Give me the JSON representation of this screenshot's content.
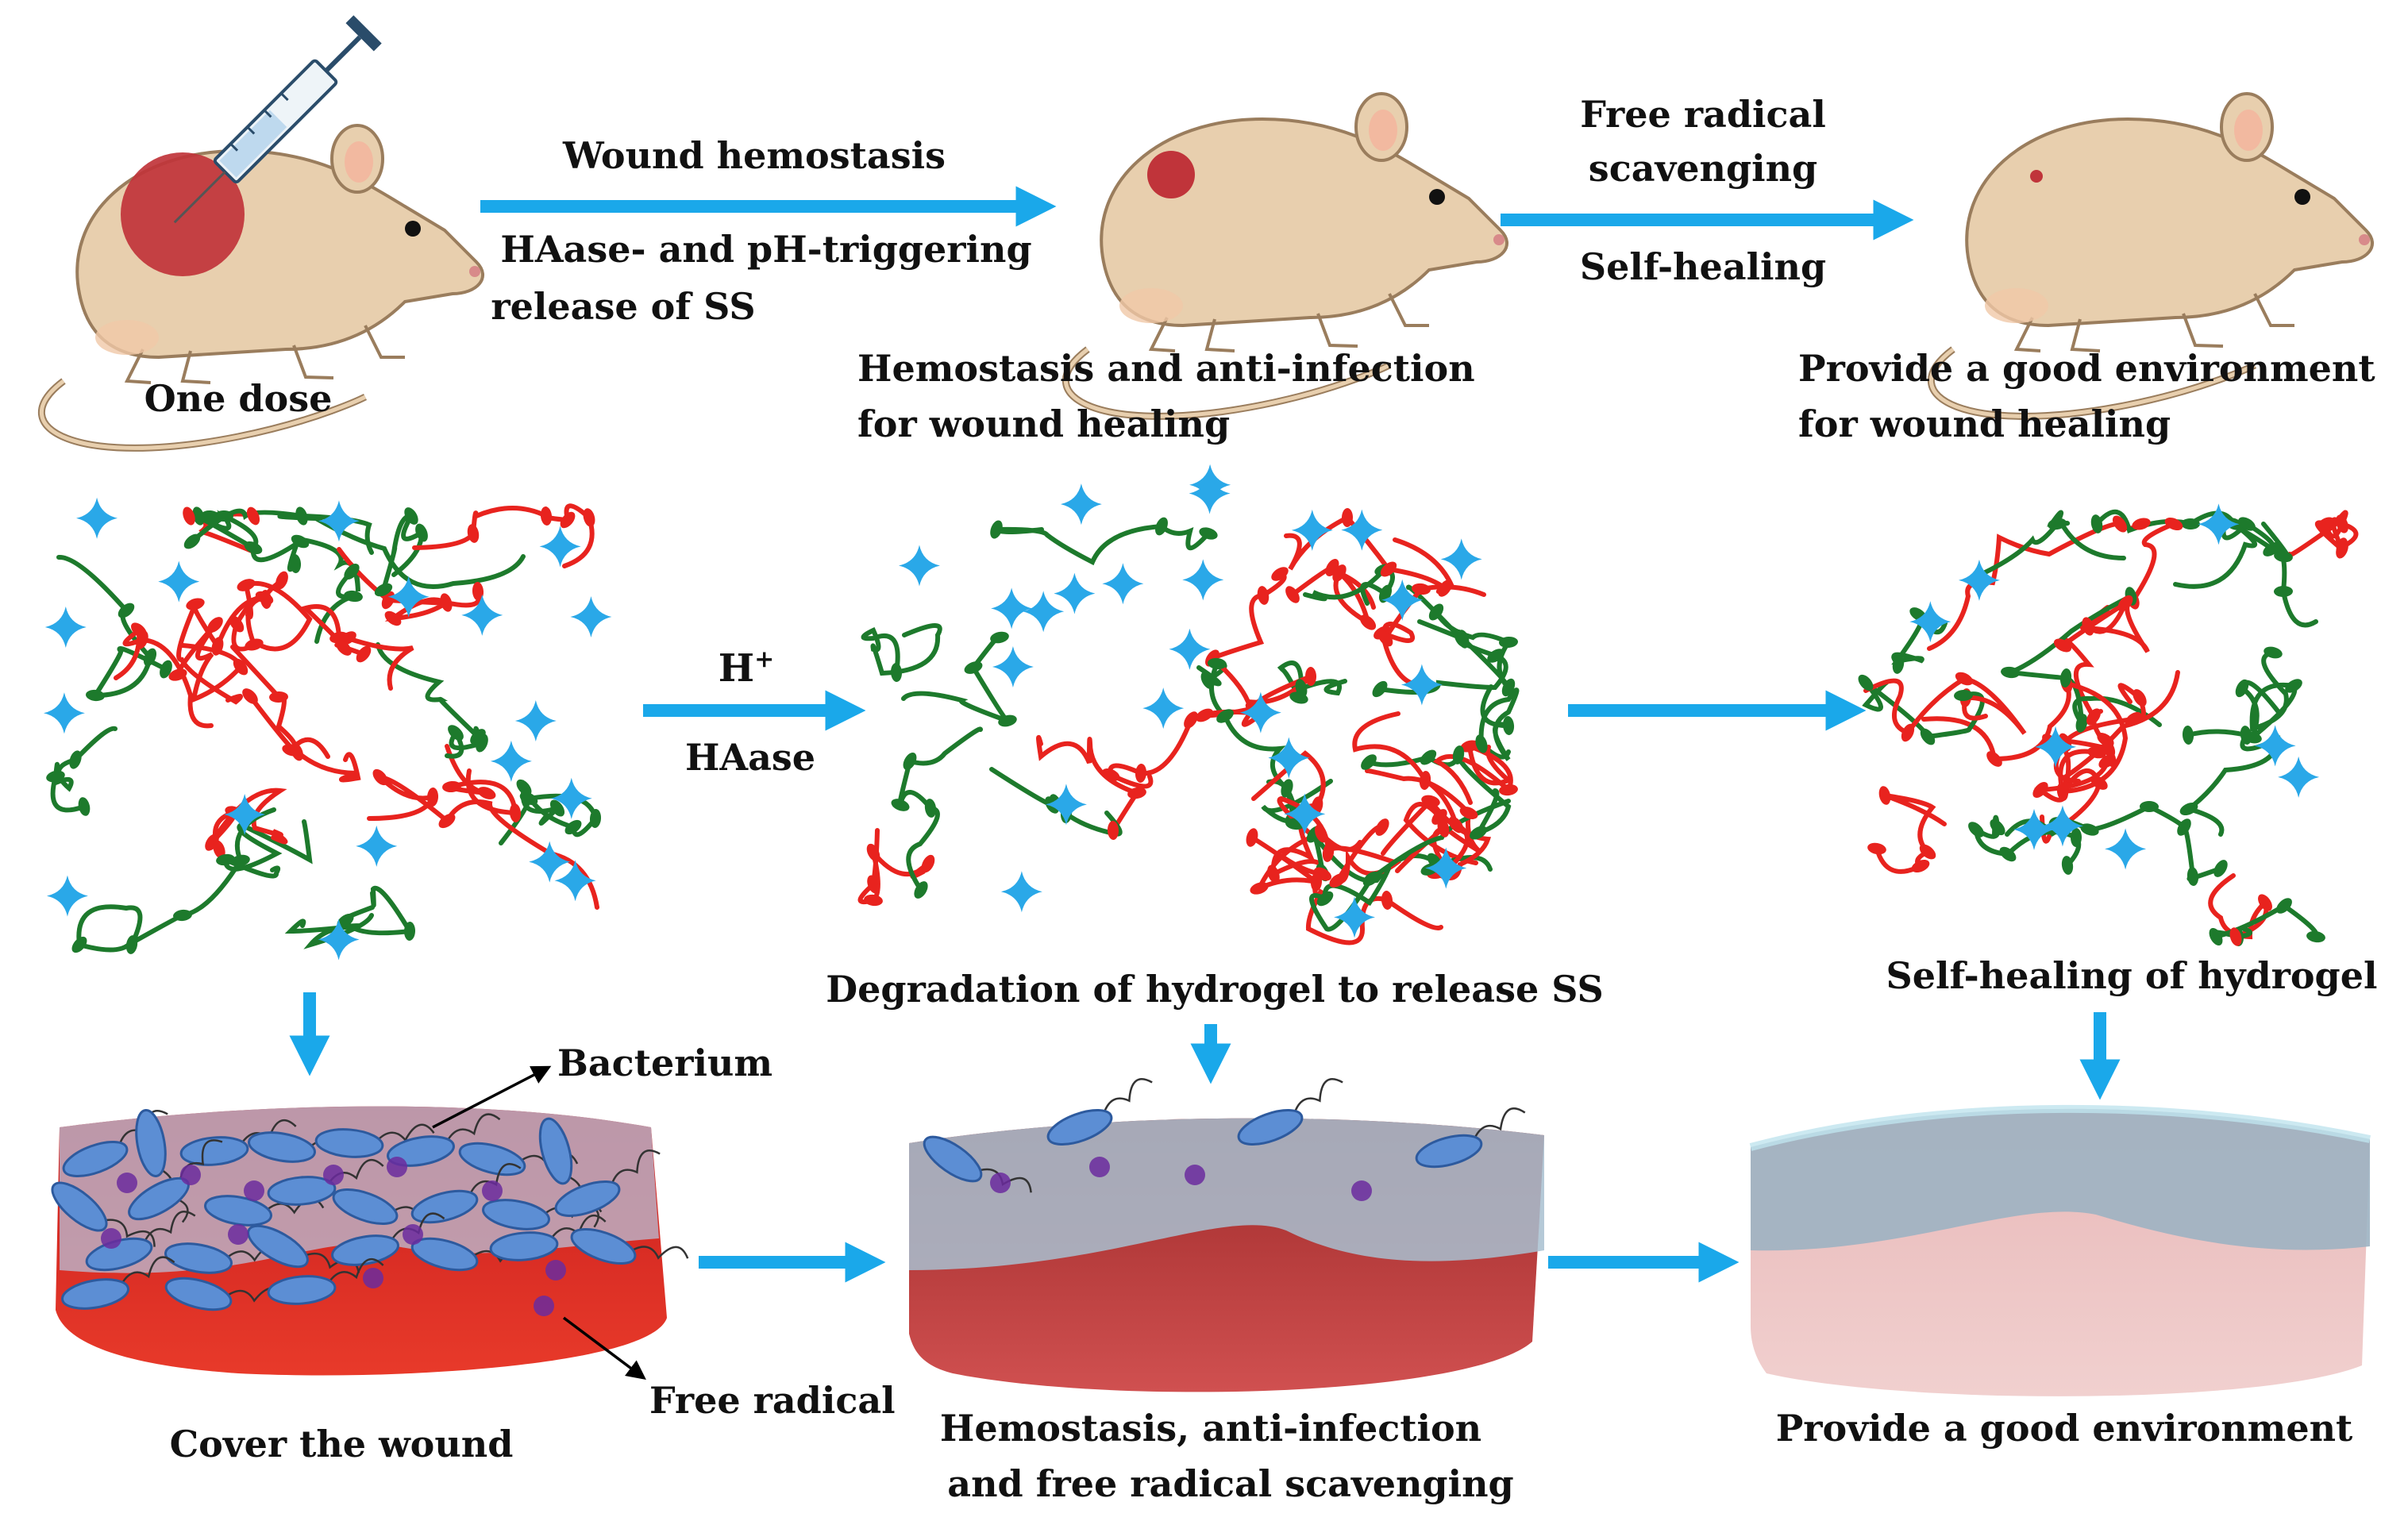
{
  "colors": {
    "arrow": "#1aa8ea",
    "mouse_body": "#e8cfae",
    "mouse_outline": "#9a7d5d",
    "wound": "#c0343a",
    "chain_red": "#e8231e",
    "chain_green": "#1d7a2c",
    "star": "#2aa8e8",
    "bacterium": "#5c8ed4",
    "radical": "#6b2c9e",
    "gel_layer": "#a8c8d8"
  },
  "top_row": {
    "label_one_dose": "One dose",
    "arrow1_top": "Wound hemostasis",
    "arrow1_bottom_1": "HAase- and pH-triggering",
    "arrow1_bottom_2": "release of SS",
    "mid_caption_1": "Hemostasis and anti-infection",
    "mid_caption_2": "for wound healing",
    "arrow2_top_1": "Free radical",
    "arrow2_top_2": "scavenging",
    "arrow2_bottom": "Self-healing",
    "right_caption_1": "Provide a good environment",
    "right_caption_2": "for wound healing"
  },
  "middle_row": {
    "arrow_top": "H",
    "arrow_top_sup": "+",
    "arrow_bottom": "HAase",
    "center_caption": "Degradation of hydrogel to release SS",
    "right_caption": "Self-healing of hydrogel"
  },
  "bottom_row": {
    "bacterium_label": "Bacterium",
    "radical_label": "Free radical",
    "left_caption": "Cover the wound",
    "center_caption_1": "Hemostasis, anti-infection",
    "center_caption_2": "and free radical scavenging",
    "right_caption": "Provide a good environment"
  }
}
